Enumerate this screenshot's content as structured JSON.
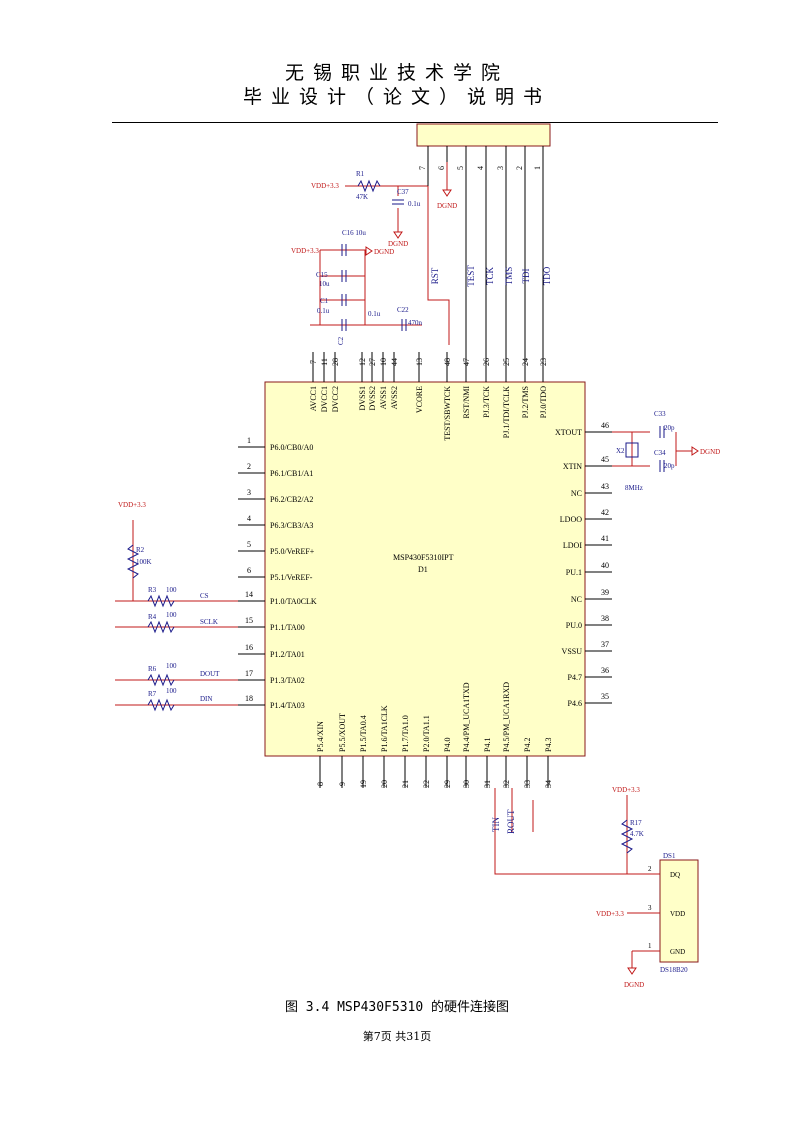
{
  "header": {
    "line1": "无锡职业技术学院",
    "line2": "毕业设计（论文）说明书"
  },
  "caption": "图 3.4 MSP430F5310 的硬件连接图",
  "footer": "第7页  共31页",
  "schematic": {
    "chip_part": "MSP430F5310IPT",
    "chip_ref": "D1",
    "left_pins": [
      {
        "num": "1",
        "name": "P6.0/CB0/A0"
      },
      {
        "num": "2",
        "name": "P6.1/CB1/A1"
      },
      {
        "num": "3",
        "name": "P6.2/CB2/A2"
      },
      {
        "num": "4",
        "name": "P6.3/CB3/A3"
      },
      {
        "num": "5",
        "name": "P5.0/VeREF+"
      },
      {
        "num": "6",
        "name": "P5.1/VeREF-"
      },
      {
        "num": "14",
        "name": "P1.0/TA0CLK"
      },
      {
        "num": "15",
        "name": "P1.1/TA00"
      },
      {
        "num": "16",
        "name": "P1.2/TA01"
      },
      {
        "num": "17",
        "name": "P1.3/TA02"
      },
      {
        "num": "18",
        "name": "P1.4/TA03"
      }
    ],
    "right_pins": [
      {
        "num": "46",
        "name": "XTOUT"
      },
      {
        "num": "45",
        "name": "XTIN"
      },
      {
        "num": "43",
        "name": "NC"
      },
      {
        "num": "42",
        "name": "LDOO"
      },
      {
        "num": "41",
        "name": "LDOI"
      },
      {
        "num": "40",
        "name": "PU.1"
      },
      {
        "num": "39",
        "name": "NC"
      },
      {
        "num": "38",
        "name": "PU.0"
      },
      {
        "num": "37",
        "name": "VSSU"
      },
      {
        "num": "36",
        "name": "P4.7"
      },
      {
        "num": "35",
        "name": "P4.6"
      }
    ],
    "top_pins": [
      {
        "num": "7",
        "name": "AVCC1"
      },
      {
        "num": "11",
        "name": "DVCC1"
      },
      {
        "num": "28",
        "name": "DVCC2"
      },
      {
        "num": "12",
        "name": "DVSS1"
      },
      {
        "num": "27",
        "name": "DVSS2"
      },
      {
        "num": "10",
        "name": "AVSS1"
      },
      {
        "num": "44",
        "name": "AVSS2"
      },
      {
        "num": "13",
        "name": "VCORE"
      },
      {
        "num": "48",
        "name": "TEST/SBWTCK"
      },
      {
        "num": "47",
        "name": "RST/NMI"
      },
      {
        "num": "26",
        "name": "PJ.3/TCK"
      },
      {
        "num": "25",
        "name": "PJ.1/TDI/TCLK"
      },
      {
        "num": "24",
        "name": "PJ.2/TMS"
      },
      {
        "num": "23",
        "name": "PJ.0/TDO"
      }
    ],
    "bottom_pins": [
      {
        "num": "8",
        "name": "P5.4/XIN"
      },
      {
        "num": "9",
        "name": "P5.5/XOUT"
      },
      {
        "num": "19",
        "name": "P1.5/TA0.4"
      },
      {
        "num": "20",
        "name": "P1.6/TA1CLK"
      },
      {
        "num": "21",
        "name": "P1.7/TA1.0"
      },
      {
        "num": "22",
        "name": "P2.0/TA1.1"
      },
      {
        "num": "29",
        "name": "P4.0"
      },
      {
        "num": "30",
        "name": "P4.4/PM_UCA1TXD"
      },
      {
        "num": "31",
        "name": "P4.1"
      },
      {
        "num": "32",
        "name": "P4.5/PM_UCA1RXD"
      },
      {
        "num": "33",
        "name": "P4.2"
      },
      {
        "num": "34",
        "name": "P4.3"
      }
    ],
    "jtag_pins": [
      "7",
      "6",
      "5",
      "4",
      "3",
      "2",
      "1"
    ],
    "jtag_nets": [
      "RST",
      "TEST",
      "TCK",
      "TMS",
      "TDI",
      "TDO"
    ],
    "labels": {
      "vdd": "VDD+3.3",
      "dgnd": "DGND",
      "r1": "R1",
      "r1_val": "47K",
      "c37": "C37",
      "c37_val": "0.1u",
      "c16": "C16 10u",
      "c15": "C15",
      "c15_val": "10u",
      "c1": "C1",
      "c1_val": "0.1u",
      "c2": "C2",
      "c2_val": "0.1u",
      "c22": "C22",
      "c22_val": "470n",
      "r2": "R2",
      "r2_val": "100K",
      "r3": "R3",
      "r3_val": "100",
      "r4": "R4",
      "r4_val": "100",
      "r6": "R6",
      "r6_val": "100",
      "r7": "R7",
      "r7_val": "100",
      "net_cs": "CS",
      "net_sclk": "SCLK",
      "net_dout": "DOUT",
      "net_din": "DIN",
      "c33": "C33",
      "c33_val": "20p",
      "c34": "C34",
      "c34_val": "20p",
      "x2": "X2",
      "x2_val": "8MHz",
      "net_tin": "TIN",
      "net_rout": "ROUT",
      "r17": "R17",
      "r17_val": "4.7K",
      "ds1": "DS1",
      "ds1_part": "DS18B20",
      "ds1_p2": "2",
      "ds1_p3": "3",
      "ds1_p1": "1",
      "ds1_dq": "DQ",
      "ds1_vdd": "VDD",
      "ds1_gnd": "GND"
    }
  }
}
